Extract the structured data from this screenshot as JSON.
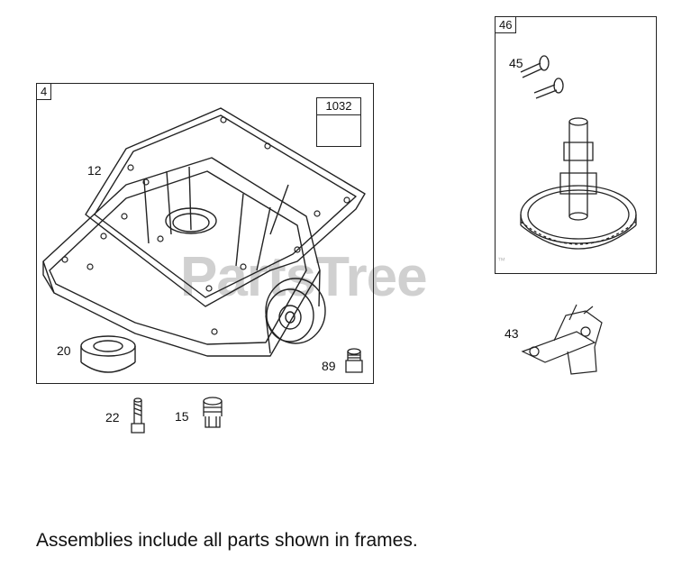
{
  "watermark": {
    "text": "PartsTree",
    "trademark": "™"
  },
  "frames": {
    "main": {
      "number": "4"
    },
    "cam": {
      "number": "46"
    }
  },
  "subassembly": {
    "number": "1032"
  },
  "callouts": {
    "crankcase_cover": "12",
    "oil_seal": "20",
    "plug": "89",
    "bolt": "22",
    "breather_plug": "15",
    "lifter": "45",
    "governor": "43"
  },
  "caption": "Assemblies include all parts shown in frames.",
  "colors": {
    "line": "#222222",
    "watermark": "#d0d0d0",
    "background": "#ffffff"
  }
}
